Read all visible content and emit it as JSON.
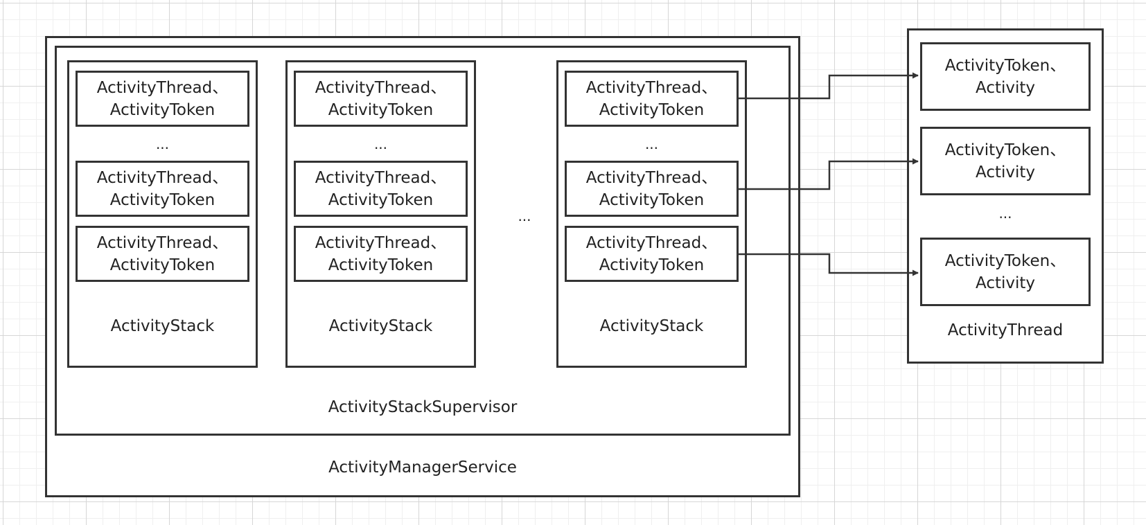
{
  "ams": {
    "label": "ActivityManagerService"
  },
  "supervisor": {
    "label": "ActivityStackSupervisor"
  },
  "stacks": [
    {
      "label": "ActivityStack",
      "records": [
        {
          "line1": "ActivityThread、",
          "line2": "ActivityToken"
        },
        {
          "line1": "ActivityThread、",
          "line2": "ActivityToken"
        },
        {
          "line1": "ActivityThread、",
          "line2": "ActivityToken"
        }
      ],
      "ellipsis": "..."
    },
    {
      "label": "ActivityStack",
      "records": [
        {
          "line1": "ActivityThread、",
          "line2": "ActivityToken"
        },
        {
          "line1": "ActivityThread、",
          "line2": "ActivityToken"
        },
        {
          "line1": "ActivityThread、",
          "line2": "ActivityToken"
        }
      ],
      "ellipsis": "..."
    },
    {
      "label": "ActivityStack",
      "records": [
        {
          "line1": "ActivityThread、",
          "line2": "ActivityToken"
        },
        {
          "line1": "ActivityThread、",
          "line2": "ActivityToken"
        },
        {
          "line1": "ActivityThread、",
          "line2": "ActivityToken"
        }
      ],
      "ellipsis": "..."
    }
  ],
  "stacks_ellipsis": "...",
  "thread": {
    "label": "ActivityThread",
    "entries": [
      {
        "line1": "ActivityToken、",
        "line2": "Activity"
      },
      {
        "line1": "ActivityToken、",
        "line2": "Activity"
      },
      {
        "line1": "ActivityToken、",
        "line2": "Activity"
      }
    ],
    "ellipsis": "..."
  },
  "colors": {
    "stroke": "#333333",
    "grid_major": "#d6d6d6",
    "grid_minor": "#efefef"
  }
}
